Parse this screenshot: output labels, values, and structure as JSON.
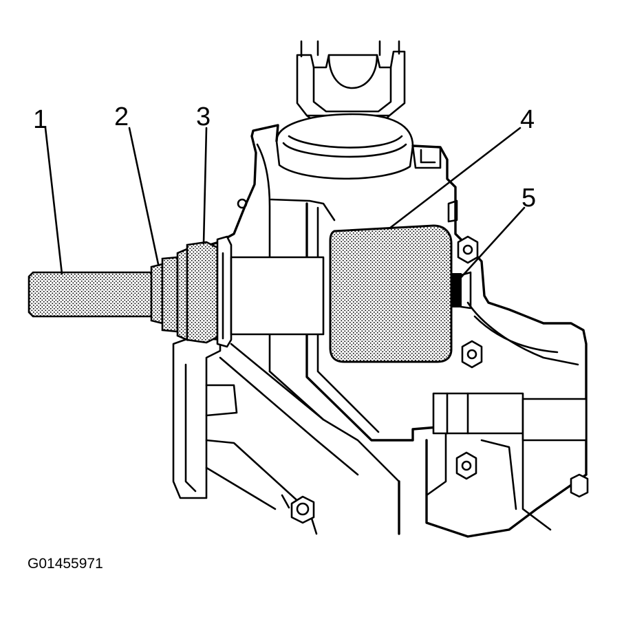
{
  "callouts": [
    {
      "id": "1",
      "label": "1"
    },
    {
      "id": "2",
      "label": "2"
    },
    {
      "id": "3",
      "label": "3"
    },
    {
      "id": "4",
      "label": "4"
    },
    {
      "id": "5",
      "label": "5"
    }
  ],
  "figure_id": "G01455971"
}
